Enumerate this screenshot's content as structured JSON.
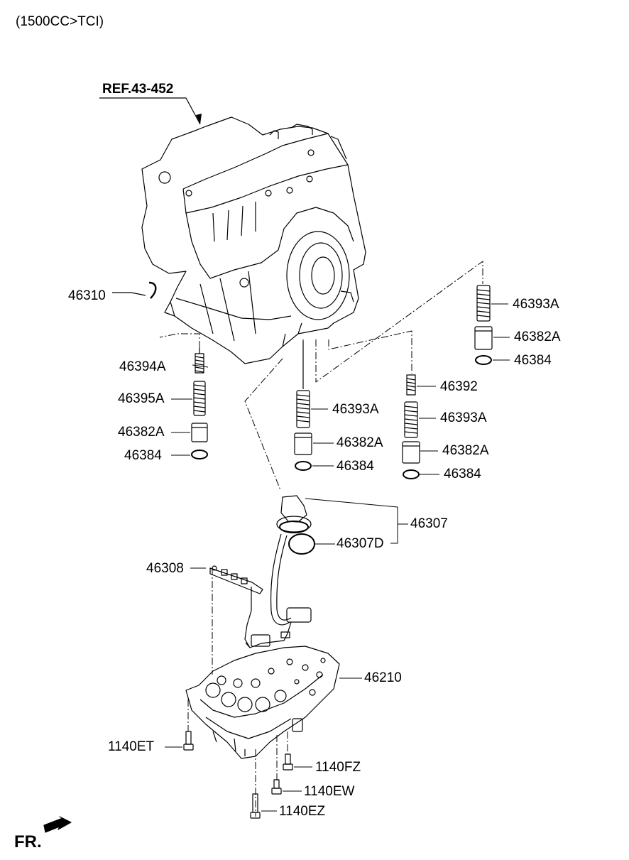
{
  "header": {
    "variant": "(1500CC>TCI)"
  },
  "reference": {
    "label": "REF.43-452"
  },
  "direction": {
    "label": "FR."
  },
  "parts": [
    {
      "key": "p46310",
      "label": "46310"
    },
    {
      "key": "p46393A_r",
      "label": "46393A"
    },
    {
      "key": "p46382A_r",
      "label": "46382A"
    },
    {
      "key": "p46384_r",
      "label": "46384"
    },
    {
      "key": "p46394A",
      "label": "46394A"
    },
    {
      "key": "p46395A",
      "label": "46395A"
    },
    {
      "key": "p46382A_l",
      "label": "46382A"
    },
    {
      "key": "p46384_l",
      "label": "46384"
    },
    {
      "key": "p46393A_m",
      "label": "46393A"
    },
    {
      "key": "p46382A_m",
      "label": "46382A"
    },
    {
      "key": "p46384_m",
      "label": "46384"
    },
    {
      "key": "p46392",
      "label": "46392"
    },
    {
      "key": "p46393A_c",
      "label": "46393A"
    },
    {
      "key": "p46382A_c",
      "label": "46382A"
    },
    {
      "key": "p46384_c",
      "label": "46384"
    },
    {
      "key": "p46307",
      "label": "46307"
    },
    {
      "key": "p46307D",
      "label": "46307D"
    },
    {
      "key": "p46308",
      "label": "46308"
    },
    {
      "key": "p46210",
      "label": "46210"
    },
    {
      "key": "p1140ET",
      "label": "1140ET"
    },
    {
      "key": "p1140FZ",
      "label": "1140FZ"
    },
    {
      "key": "p1140EW",
      "label": "1140EW"
    },
    {
      "key": "p1140EZ",
      "label": "1140EZ"
    }
  ]
}
